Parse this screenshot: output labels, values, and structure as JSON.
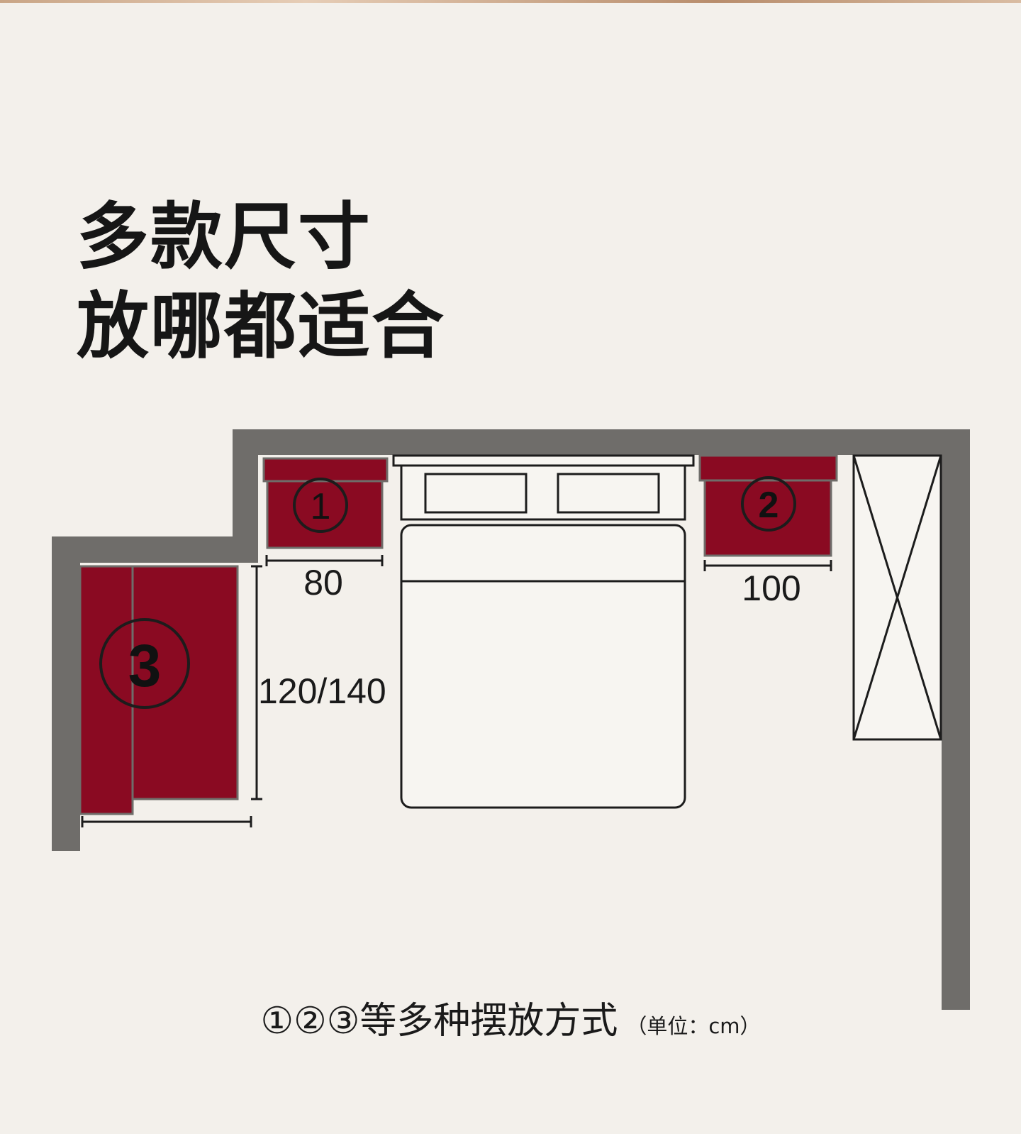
{
  "headline": {
    "line1": "多款尺寸",
    "line2": "放哪都适合"
  },
  "markers": {
    "one": "①",
    "two": "②",
    "three": "③"
  },
  "dimensions": {
    "cabinet_one_width": "80",
    "cabinet_two_width": "100",
    "cabinet_three_height": "120/140"
  },
  "caption": {
    "main": "①②③等多种摆放方式",
    "unit": "（单位：cm）"
  },
  "colors": {
    "background": "#f3f0eb",
    "wall": "#6f6d6a",
    "cabinet": "#8a0a22",
    "line": "#1c1c1c"
  }
}
